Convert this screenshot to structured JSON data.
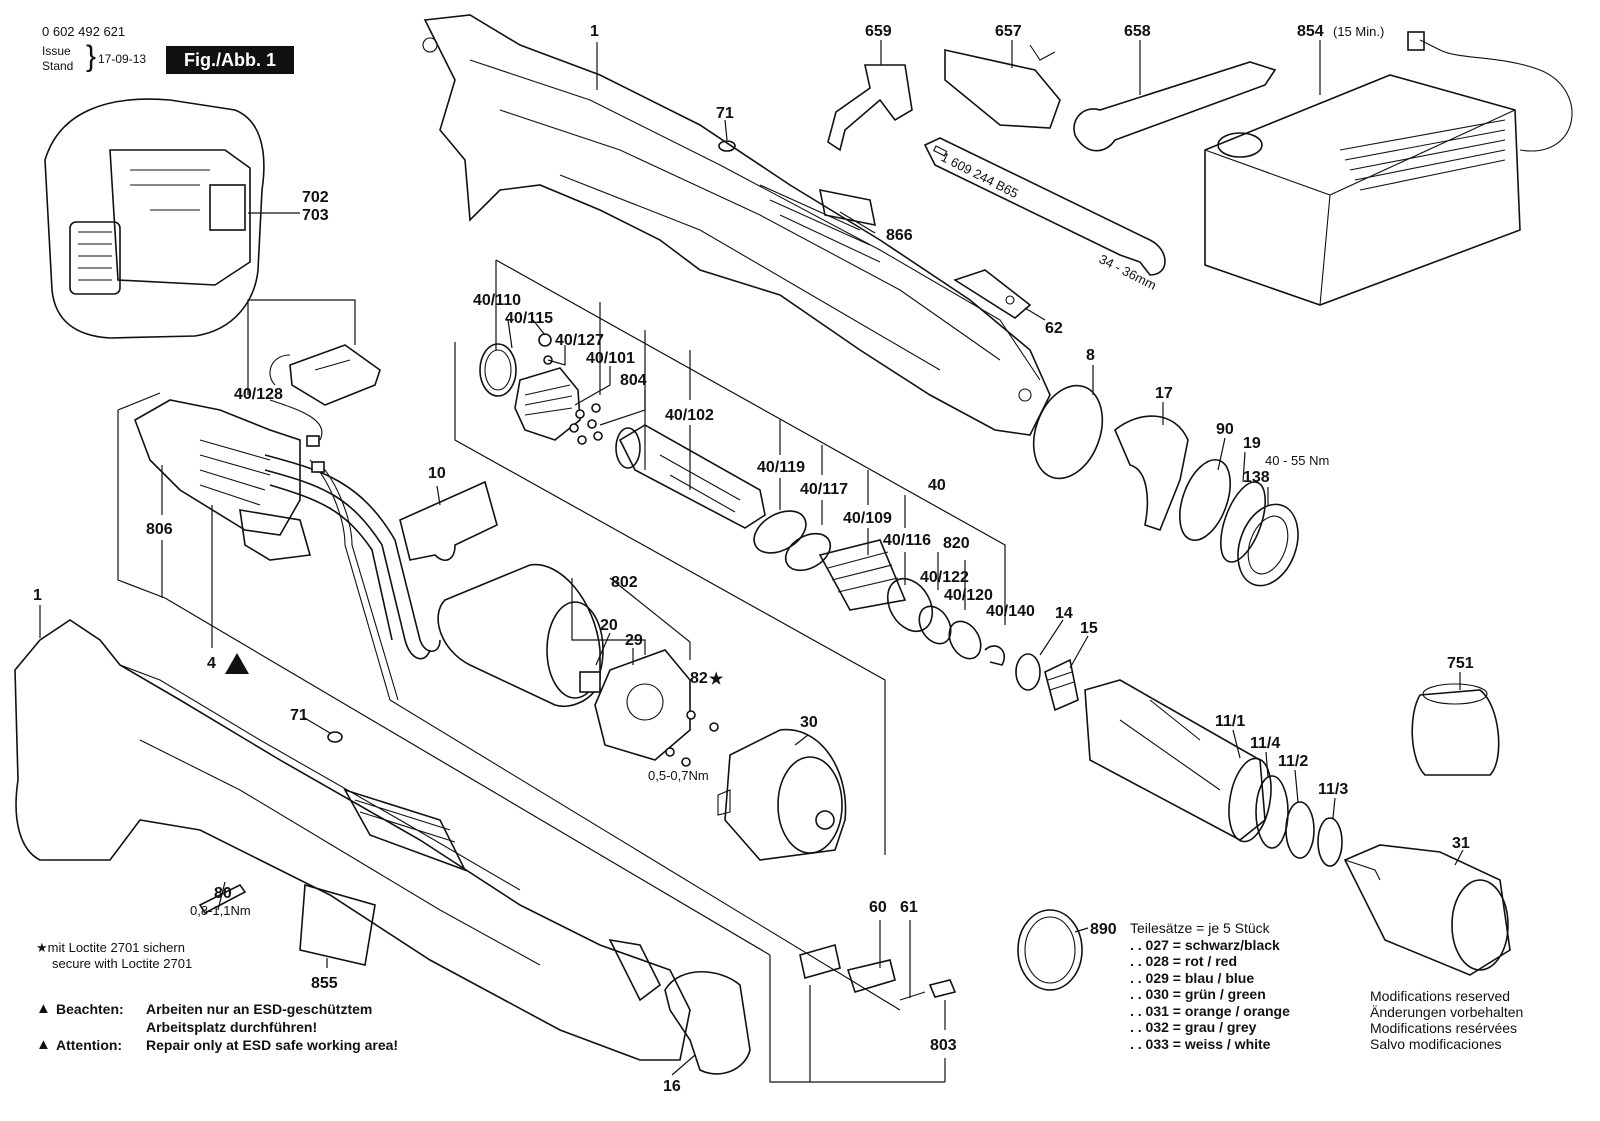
{
  "header": {
    "doc_number": "0 602 492 621",
    "issue_label_1": "Issue",
    "issue_label_2": "Stand",
    "issue_date": "17-09-13",
    "figure_label": "Fig./Abb. 1"
  },
  "part_labels": [
    {
      "id": "1",
      "text": "1"
    },
    {
      "id": "659",
      "text": "659"
    },
    {
      "id": "657",
      "text": "657"
    },
    {
      "id": "658",
      "text": "658"
    },
    {
      "id": "854",
      "text": "854"
    },
    {
      "id": "71",
      "text": "71"
    },
    {
      "id": "702",
      "text": "702"
    },
    {
      "id": "703",
      "text": "703"
    },
    {
      "id": "866",
      "text": "866"
    },
    {
      "id": "62",
      "text": "62"
    },
    {
      "id": "40/110",
      "text": "40/110"
    },
    {
      "id": "40/115",
      "text": "40/115"
    },
    {
      "id": "40/127",
      "text": "40/127"
    },
    {
      "id": "40/101",
      "text": "40/101"
    },
    {
      "id": "40/128",
      "text": "40/128"
    },
    {
      "id": "804",
      "text": "804"
    },
    {
      "id": "40/102",
      "text": "40/102"
    },
    {
      "id": "8",
      "text": "8"
    },
    {
      "id": "17",
      "text": "17"
    },
    {
      "id": "90",
      "text": "90"
    },
    {
      "id": "19",
      "text": "19"
    },
    {
      "id": "138",
      "text": "138"
    },
    {
      "id": "40/119",
      "text": "40/119"
    },
    {
      "id": "40/117",
      "text": "40/117"
    },
    {
      "id": "40",
      "text": "40"
    },
    {
      "id": "10",
      "text": "10"
    },
    {
      "id": "806",
      "text": "806"
    },
    {
      "id": "40/109",
      "text": "40/109"
    },
    {
      "id": "40/116",
      "text": "40/116"
    },
    {
      "id": "820",
      "text": "820"
    },
    {
      "id": "40/122",
      "text": "40/122"
    },
    {
      "id": "40/120",
      "text": "40/120"
    },
    {
      "id": "40/140",
      "text": "40/140"
    },
    {
      "id": "802",
      "text": "802"
    },
    {
      "id": "14",
      "text": "14"
    },
    {
      "id": "15",
      "text": "15"
    },
    {
      "id": "20",
      "text": "20"
    },
    {
      "id": "29",
      "text": "29"
    },
    {
      "id": "82",
      "text": "82"
    },
    {
      "id": "751",
      "text": "751"
    },
    {
      "id": "4",
      "text": "4"
    },
    {
      "id": "11/1",
      "text": "11/1"
    },
    {
      "id": "11/4",
      "text": "11/4"
    },
    {
      "id": "11/2",
      "text": "11/2"
    },
    {
      "id": "30",
      "text": "30"
    },
    {
      "id": "11/3",
      "text": "11/3"
    },
    {
      "id": "31",
      "text": "31"
    },
    {
      "id": "80",
      "text": "80"
    },
    {
      "id": "60",
      "text": "60"
    },
    {
      "id": "61",
      "text": "61"
    },
    {
      "id": "890",
      "text": "890"
    },
    {
      "id": "855",
      "text": "855"
    },
    {
      "id": "803",
      "text": "803"
    },
    {
      "id": "16",
      "text": "16"
    },
    {
      "id": "1b",
      "text": "1"
    },
    {
      "id": "71b",
      "text": "71"
    }
  ],
  "annotations": {
    "charger_time": "(15 Min.)",
    "wrench_marking": "1 609 244 B65",
    "wrench_size": "34 - 36mm",
    "torque_138": "40 - 55 Nm",
    "torque_82": "0,5-0,7Nm",
    "torque_80": "0,8-1,1Nm",
    "star": "★"
  },
  "notes": {
    "loctite_de": "mit Loctite 2701 sichern",
    "loctite_en": "secure with Loctite 2701",
    "beachten_label": "Beachten:",
    "beachten_text_1": "Arbeiten nur an ESD-geschütztem",
    "beachten_text_2": "Arbeitsplatz durchführen!",
    "attention_label": "Attention:",
    "attention_text": "Repair only at ESD safe working area!"
  },
  "legend": {
    "title": "Teilesätze = je 5 Stück",
    "items": [
      ". . 027 = schwarz/black",
      ". . 028 = rot / red",
      ". . 029 = blau / blue",
      ". . 030 = grün / green",
      ". . 031 = orange / orange",
      ". . 032 = grau / grey",
      ". . 033 = weiss / white"
    ]
  },
  "modifications": [
    "Modifications reserved",
    "Änderungen vorbehalten",
    "Modifications resérvées",
    "Salvo modificaciones"
  ]
}
